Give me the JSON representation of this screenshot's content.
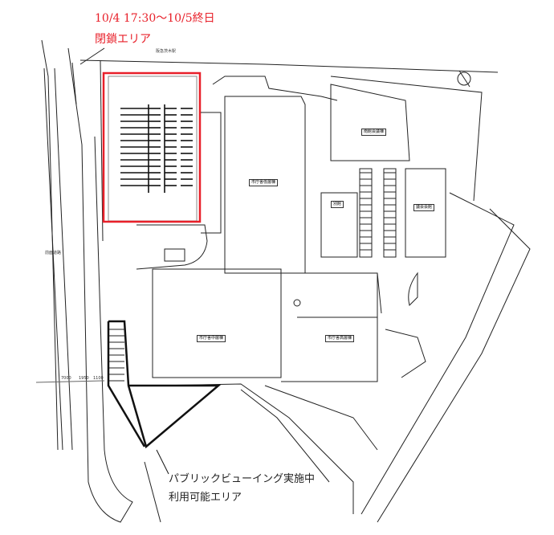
{
  "closure_notice": {
    "period": "10/4 17:30〜10/5終日",
    "label": "閉鎖エリア",
    "color": "#e8202a"
  },
  "public_viewing_notice": {
    "line1": "パブリックビューイング実施中",
    "line2": "利用可能エリア"
  },
  "map_labels": {
    "station": "阪急茨木駅",
    "road": "前面道路",
    "low_rise": "市庁舎低層棟",
    "mid_rise": "市庁舎中層棟",
    "high_rise": "市庁舎高層棟",
    "south_hall": "南館会議棟",
    "annex": "別館",
    "assembly": "議会会館",
    "dim1": "7000",
    "dim2": "1950",
    "dim3": "1100"
  }
}
